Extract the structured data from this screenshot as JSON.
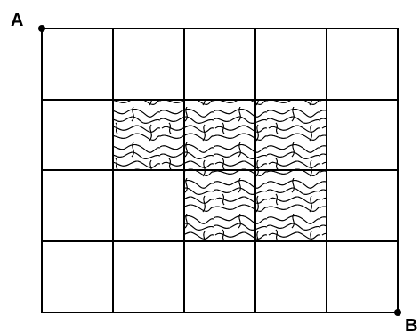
{
  "figure": {
    "grid_cols": 5,
    "grid_rows": 4,
    "line_color": "#000000",
    "background": "#ffffff",
    "texture_icon": "wavy-contour-pattern",
    "textured_cells": [
      [
        1,
        1
      ],
      [
        2,
        1
      ],
      [
        3,
        1
      ],
      [
        2,
        2
      ],
      [
        3,
        2
      ]
    ]
  },
  "labels": {
    "start": "A",
    "end": "B"
  }
}
